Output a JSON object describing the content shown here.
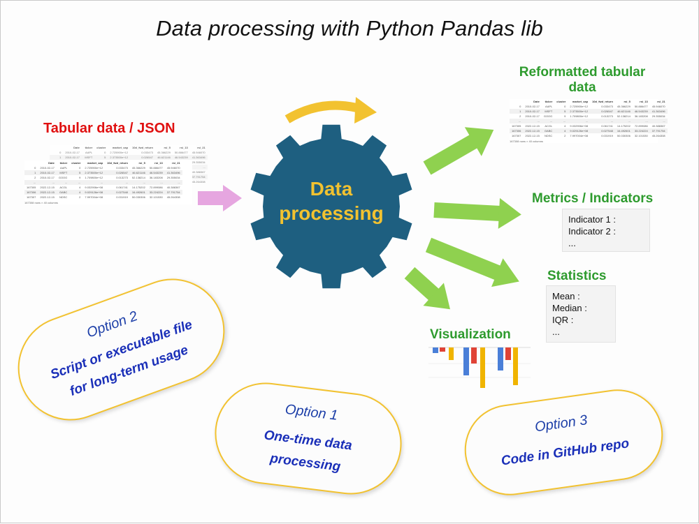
{
  "title": "Data processing with Python Pandas lib",
  "input": {
    "label": "Tabular data / JSON"
  },
  "center": {
    "line1": "Data",
    "line2": "processing"
  },
  "outputs": {
    "reformatted": {
      "line1": "Reformatted tabular",
      "line2": "data"
    },
    "metrics": {
      "label": "Metrics / Indicators",
      "items": [
        "Indicator 1 :",
        "Indicator 2 :",
        "..."
      ]
    },
    "statistics": {
      "label": "Statistics",
      "items": [
        "Mean :",
        "Median :",
        "IQR :",
        "..."
      ]
    },
    "visualization": {
      "label": "Visualization"
    }
  },
  "table": {
    "headers": [
      "",
      "Date",
      "ticker",
      "cluster",
      "market_cap",
      "10d_fwd_return",
      "rsi_5",
      "rsi_13",
      "rsi_21"
    ],
    "rows": [
      [
        "0",
        "2010-02-17",
        "AAPL",
        "0",
        "2.725900e+12",
        "0.033473",
        "45.366229",
        "50.886477",
        "45.946070"
      ],
      [
        "1",
        "2010-02-17",
        "MSFT",
        "5",
        "2.373500e+12",
        "0.026547",
        "46.621146",
        "46.543239",
        "41.363496"
      ],
      [
        "2",
        "2010-02-17",
        "GOOG",
        "9",
        "1.709800e+12",
        "0.013273",
        "52.138214",
        "36.183208",
        "29.355034"
      ],
      [
        "...",
        "...",
        "...",
        "...",
        "...",
        "...",
        "...",
        "...",
        "..."
      ],
      [
        "167305",
        "2022-12-15",
        "ACGL",
        "4",
        "9.032906e+08",
        "0.061741",
        "14.175202",
        "72.899086",
        "40.388367"
      ],
      [
        "167306",
        "2022-12-15",
        "GABC",
        "4",
        "9.029126e+08",
        "0.027548",
        "16.492601",
        "33.224224",
        "37.791754"
      ],
      [
        "167307",
        "2022-12-15",
        "NDSC",
        "2",
        "7.997004e+08",
        "0.031919",
        "50.030306",
        "32.101530",
        "45.264308"
      ]
    ],
    "note": "167308 rows × 40 columns"
  },
  "options": [
    {
      "name": "Option 2",
      "desc": [
        "Script or executable file",
        "for long-term usage"
      ]
    },
    {
      "name": "Option 1",
      "desc": [
        "One-time data",
        "processing"
      ]
    },
    {
      "name": "Option 3",
      "desc": [
        "Code in GitHub repo"
      ]
    }
  ],
  "colors": {
    "gear": "#1e5f80",
    "accent_yellow": "#f2c230",
    "arrow_green": "#8fd14f",
    "arrow_pink": "#e6a6e0",
    "label_red": "#e01010",
    "label_green": "#2e9b2e",
    "option_blue": "#1a2fb8"
  },
  "icons": {
    "gear": "gear-icon",
    "rotate_arrow": "rotate-arrow-icon"
  }
}
